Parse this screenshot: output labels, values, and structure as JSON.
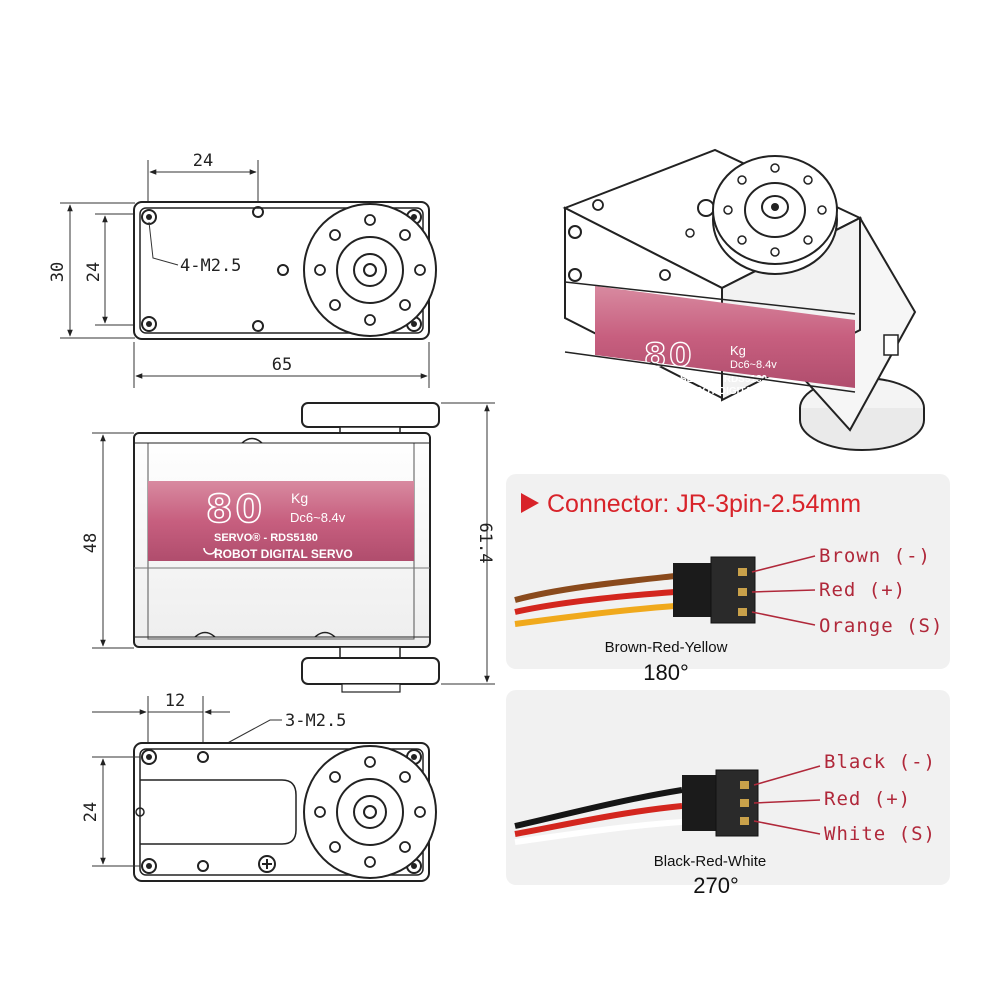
{
  "dimensions": {
    "top_width_24": "24",
    "height_30": "30",
    "height_24": "24",
    "length_65": "65",
    "holes_top": "4-M2.5",
    "side_height_48": "48",
    "side_height_61_4": "61.4",
    "bottom_width_12": "12",
    "holes_bottom": "3-M2.5",
    "bottom_height_24": "24"
  },
  "label": {
    "torque": "80",
    "unit": "Kg",
    "voltage": "Dc6~8.4v",
    "model": "SERVO® - RDS5180",
    "subtitle": "ROBOT DIGITAL SERVO",
    "model_3d": "SERVO - RDS5180",
    "subtitle_3d": "ROBOT DIGITAL SERVO"
  },
  "connector": {
    "title": "Connector: JR-3pin-2.54mm",
    "variant_180": {
      "wires": [
        "Brown (-)",
        "Red (+)",
        "Orange (S)"
      ],
      "wire_colors": [
        "#8a4a1c",
        "#d3261e",
        "#f0a91c"
      ],
      "caption": "Brown-Red-Yellow",
      "angle": "180°"
    },
    "variant_270": {
      "wires": [
        "Black (-)",
        "Red (+)",
        "White (S)"
      ],
      "wire_colors": [
        "#151515",
        "#d3261e",
        "#ffffff"
      ],
      "caption": "Black-Red-White",
      "angle": "270°"
    }
  },
  "colors": {
    "label_pink": "#c9607f",
    "accent_red": "#d8232a",
    "panel_bg": "#f1f1f1"
  }
}
